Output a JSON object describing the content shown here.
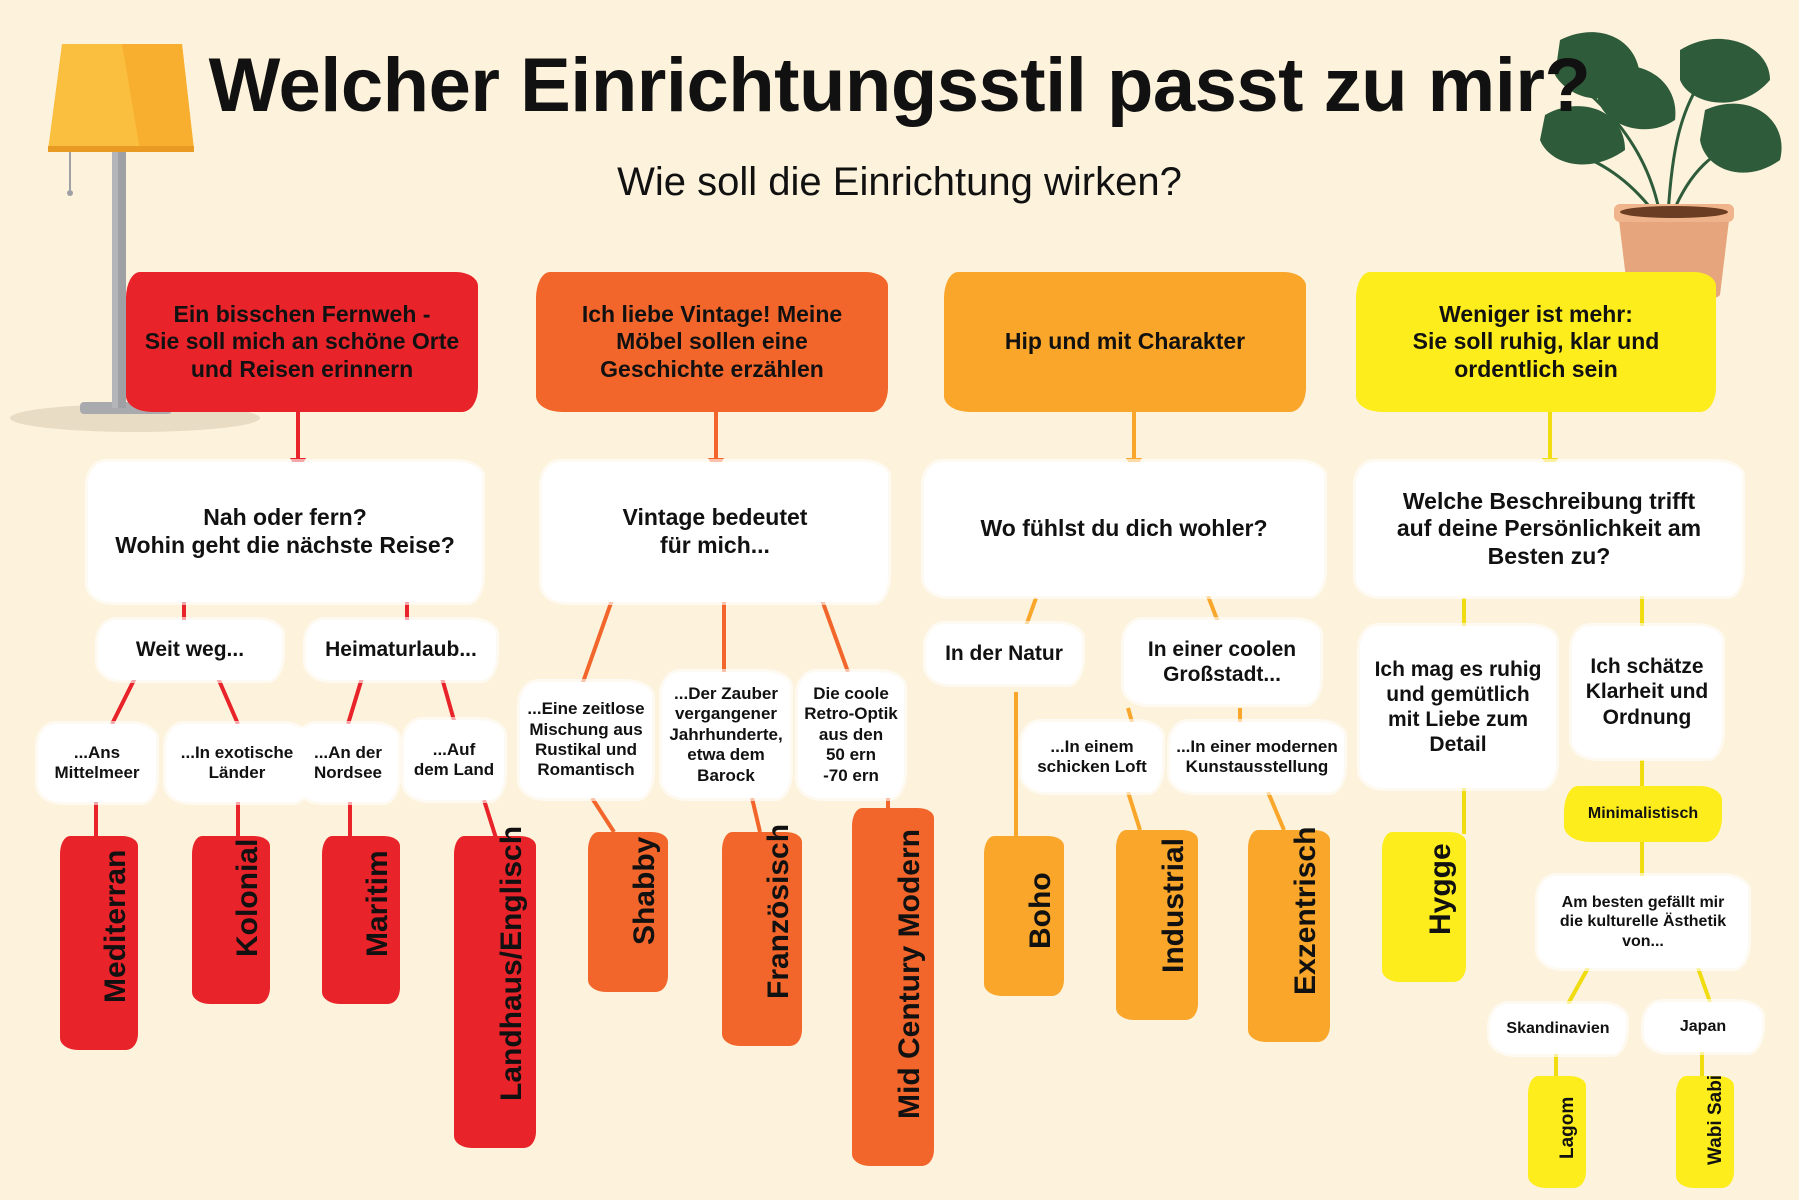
{
  "title": "Welcher Einrichtungsstil passt zu mir?",
  "subtitle": "Wie soll die Einrichtung wirken?",
  "colors": {
    "background": "#fdf3dc",
    "red": "#e8232a",
    "dark_orange": "#f2662b",
    "orange": "#f9a62a",
    "yellow": "#fded1c",
    "line_red": "#e8232a",
    "line_dark_orange": "#f2662b",
    "line_orange": "#f9a62a",
    "line_yellow": "#f0dc10"
  },
  "decor": [
    "floor-lamp",
    "monstera-plant"
  ],
  "categories": [
    {
      "label": "Ein bisschen Fernweh - Sie soll mich an schöne Orte und Reisen erinnern",
      "lines": [
        "Ein bisschen Fernweh -",
        "Sie soll mich an schöne Orte",
        "und Reisen erinnern"
      ],
      "color": "#e8232a"
    },
    {
      "label": "Ich liebe Vintage! Meine Möbel sollen eine Geschichte erzählen",
      "lines": [
        "Ich liebe Vintage! Meine",
        "Möbel sollen eine",
        "Geschichte erzählen"
      ],
      "color": "#f2662b"
    },
    {
      "label": "Hip und mit Charakter",
      "lines": [
        "Hip und mit Charakter"
      ],
      "color": "#f9a62a"
    },
    {
      "label": "Weniger ist mehr: Sie soll ruhig, klar und ordentlich sein",
      "lines": [
        "Weniger ist mehr:",
        "Sie soll ruhig, klar und",
        "ordentlich sein"
      ],
      "color": "#fded1c"
    }
  ],
  "questions": [
    {
      "lines": [
        "Nah oder fern?",
        "Wohin geht die nächste Reise?"
      ]
    },
    {
      "lines": [
        "Vintage bedeutet",
        "für mich..."
      ]
    },
    {
      "lines": [
        "Wo fühlst du dich wohler?"
      ]
    },
    {
      "lines": [
        "Welche Beschreibung trifft",
        "auf deine Persönlichkeit am",
        "Besten zu?"
      ]
    }
  ],
  "answers": {
    "weit_weg": {
      "lines": [
        "Weit weg..."
      ]
    },
    "heimaturlaub": {
      "lines": [
        "Heimaturlaub..."
      ]
    },
    "mittelmeer": {
      "lines": [
        "...Ans",
        "Mittelmeer"
      ]
    },
    "exotische": {
      "lines": [
        "...In exotische",
        "Länder"
      ]
    },
    "nordsee": {
      "lines": [
        "...An der",
        "Nordsee"
      ]
    },
    "land": {
      "lines": [
        "...Auf",
        "dem Land"
      ]
    },
    "zeitlose": {
      "lines": [
        "...Eine zeitlose",
        "Mischung aus",
        "Rustikal und",
        "Romantisch"
      ]
    },
    "zauber": {
      "lines": [
        "...Der Zauber",
        "vergangener",
        "Jahrhunderte,",
        "etwa dem",
        "Barock"
      ]
    },
    "retro": {
      "lines": [
        "Die coole",
        "Retro-Optik",
        "aus den",
        "50 ern",
        "-70 ern"
      ]
    },
    "natur": {
      "lines": [
        "In der Natur"
      ]
    },
    "grossstadt": {
      "lines": [
        "In einer coolen",
        "Großstadt..."
      ]
    },
    "loft": {
      "lines": [
        "...In einem",
        "schicken Loft"
      ]
    },
    "kunst": {
      "lines": [
        "...In einer modernen",
        "Kunstausstellung"
      ]
    },
    "ruhig": {
      "lines": [
        "Ich mag es ruhig",
        "und gemütlich",
        "mit Liebe zum",
        "Detail"
      ]
    },
    "klarheit": {
      "lines": [
        "Ich schätze",
        "Klarheit und",
        "Ordnung"
      ]
    },
    "minimalistisch": {
      "lines": [
        "Minimalistisch"
      ]
    },
    "aesthetik": {
      "lines": [
        "Am besten gefällt mir",
        "die kulturelle Ästhetik",
        "von..."
      ]
    },
    "skandinavien": {
      "lines": [
        "Skandinavien"
      ]
    },
    "japan": {
      "lines": [
        "Japan"
      ]
    }
  },
  "styles": {
    "mediterran": {
      "label": "Mediterran",
      "color": "#e8232a"
    },
    "kolonial": {
      "label": "Kolonial",
      "color": "#e8232a"
    },
    "maritim": {
      "label": "Maritim",
      "color": "#e8232a"
    },
    "landhaus": {
      "label": "Landhaus/Englisch",
      "color": "#e8232a"
    },
    "shabby": {
      "label": "Shabby",
      "color": "#f2662b"
    },
    "franzoesisch": {
      "label": "Französisch",
      "color": "#f2662b"
    },
    "midcentury": {
      "label": "Mid Century Modern",
      "color": "#f2662b"
    },
    "boho": {
      "label": "Boho",
      "color": "#f9a62a"
    },
    "industrial": {
      "label": "Industrial",
      "color": "#f9a62a"
    },
    "exzentrisch": {
      "label": "Exzentrisch",
      "color": "#f9a62a"
    },
    "hygge": {
      "label": "Hygge",
      "color": "#fded1c"
    },
    "lagom": {
      "label": "Lagom",
      "color": "#fded1c"
    },
    "wabisabi": {
      "label": "Wabi Sabi",
      "color": "#fded1c"
    }
  }
}
